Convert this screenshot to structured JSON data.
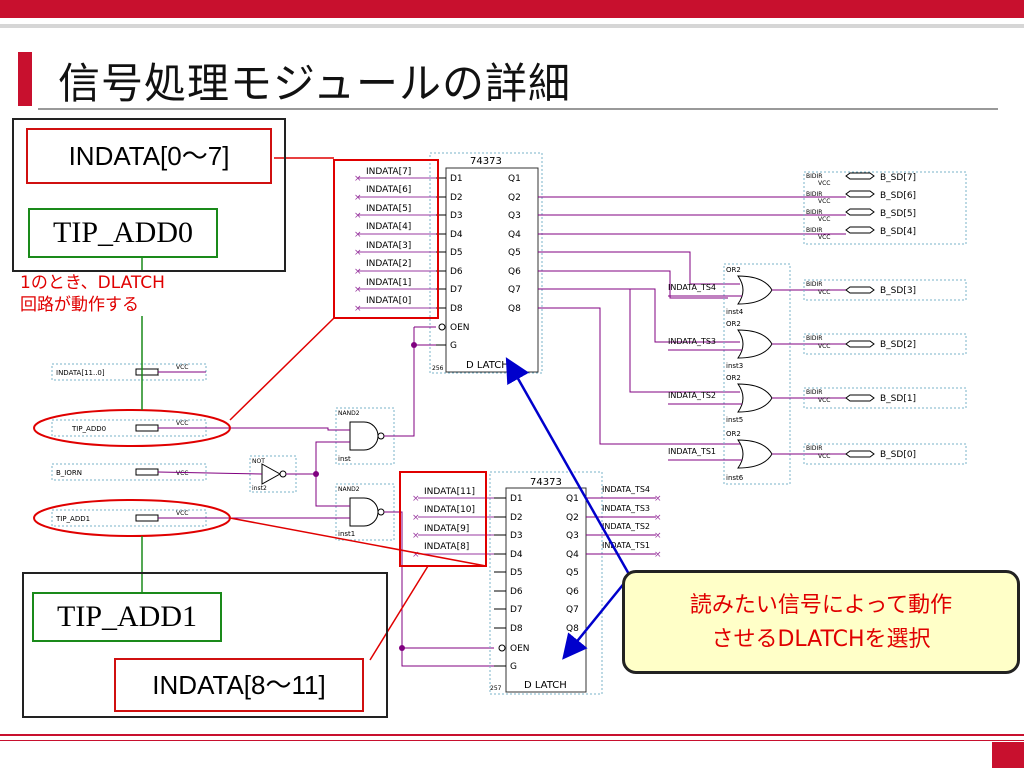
{
  "slide": {
    "title": "信号処理モジュールの詳細"
  },
  "labels": {
    "indata_low": "INDATA[0～7]",
    "tip_add0": "TIP_ADD0",
    "note_tip_add0": [
      "1のとき、DLATCH",
      "回路が動作する"
    ],
    "tip_add1": "TIP_ADD1",
    "indata_high": "INDATA[8～11]",
    "callout": [
      "読みたい信号によって動作",
      "させるDLATCHを選択"
    ]
  },
  "schematic": {
    "latch_top": {
      "part": "74373",
      "name": "D LATCH",
      "ref": "256",
      "inputs": [
        "INDATA[7]",
        "INDATA[6]",
        "INDATA[5]",
        "INDATA[4]",
        "INDATA[3]",
        "INDATA[2]",
        "INDATA[1]",
        "INDATA[0]"
      ],
      "d_pins": [
        "D1",
        "D2",
        "D3",
        "D4",
        "D5",
        "D6",
        "D7",
        "D8"
      ],
      "q_pins": [
        "Q1",
        "Q2",
        "Q3",
        "Q4",
        "Q5",
        "Q6",
        "Q7",
        "Q8"
      ],
      "ctrl_pins": [
        "OEN",
        "G"
      ]
    },
    "latch_bottom": {
      "part": "74373",
      "name": "D LATCH",
      "ref": "257",
      "inputs": [
        "INDATA[11]",
        "INDATA[10]",
        "INDATA[9]",
        "INDATA[8]"
      ],
      "d_pins": [
        "D1",
        "D2",
        "D3",
        "D4",
        "D5",
        "D6",
        "D7",
        "D8"
      ],
      "q_pins": [
        "Q1",
        "Q2",
        "Q3",
        "Q4",
        "Q5",
        "Q6",
        "Q7",
        "Q8"
      ],
      "ctrl_pins": [
        "OEN",
        "G"
      ],
      "outputs": [
        "INDATA_TS4",
        "INDATA_TS3",
        "INDATA_TS2",
        "INDATA_TS1"
      ]
    },
    "input_pins": [
      {
        "name": "INDATA[11..0]",
        "tag": "VCC",
        "kind": "INPUT"
      },
      {
        "name": "TIP_ADD0",
        "tag": "VCC",
        "kind": "INPUT"
      },
      {
        "name": "B_IORN",
        "tag": "VCC",
        "kind": "INPUT"
      },
      {
        "name": "TIP_ADD1",
        "tag": "VCC",
        "kind": "INPUT"
      }
    ],
    "gates": [
      {
        "type": "NAND2",
        "inst": "inst"
      },
      {
        "type": "NOT",
        "inst": "inst2"
      },
      {
        "type": "NAND2",
        "inst": "inst1"
      }
    ],
    "or_gates": [
      {
        "type": "OR2",
        "in": "INDATA_TS4",
        "inst": "inst4"
      },
      {
        "type": "OR2",
        "in": "INDATA_TS3",
        "inst": "inst3"
      },
      {
        "type": "OR2",
        "in": "INDATA_TS2",
        "inst": "inst5"
      },
      {
        "type": "OR2",
        "in": "INDATA_TS1",
        "inst": "inst6"
      }
    ],
    "bidir": {
      "tag": "BIDIR",
      "vcc": "VCC",
      "names": [
        "B_SD[7]",
        "B_SD[6]",
        "B_SD[5]",
        "B_SD[4]",
        "B_SD[3]",
        "B_SD[2]",
        "B_SD[1]",
        "B_SD[0]"
      ]
    }
  },
  "colors": {
    "accent_red": "#c8102e",
    "wire_purple": "#800080",
    "highlight_red": "#e00000",
    "highlight_green": "#1a8a1a",
    "arrow_blue": "#0000cc",
    "callout_bg": "#ffffc8"
  }
}
